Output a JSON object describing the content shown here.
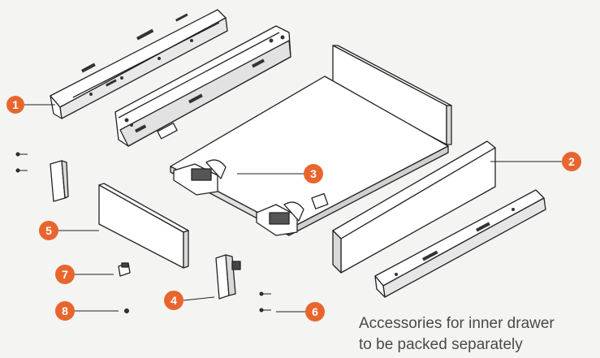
{
  "colors": {
    "callout": "#e8662e",
    "line": "#222222",
    "panel": "#ffffff",
    "shade": "#d9d9d9",
    "background": "#f4f4f3",
    "note_text": "#4a4a4a"
  },
  "callouts": [
    {
      "id": "1",
      "label": "1",
      "part": "left-runner-rail"
    },
    {
      "id": "2",
      "label": "2",
      "part": "right-side-panel"
    },
    {
      "id": "3",
      "label": "3",
      "part": "front-locking-clip"
    },
    {
      "id": "4",
      "label": "4",
      "part": "inner-front-bracket"
    },
    {
      "id": "5",
      "label": "5",
      "part": "inner-front-panel"
    },
    {
      "id": "6",
      "label": "6",
      "part": "screws"
    },
    {
      "id": "7",
      "label": "7",
      "part": "small-clip"
    },
    {
      "id": "8",
      "label": "8",
      "part": "pin"
    }
  ],
  "note": {
    "line1": "Accessories for inner drawer",
    "line2": "to be packed separately"
  }
}
